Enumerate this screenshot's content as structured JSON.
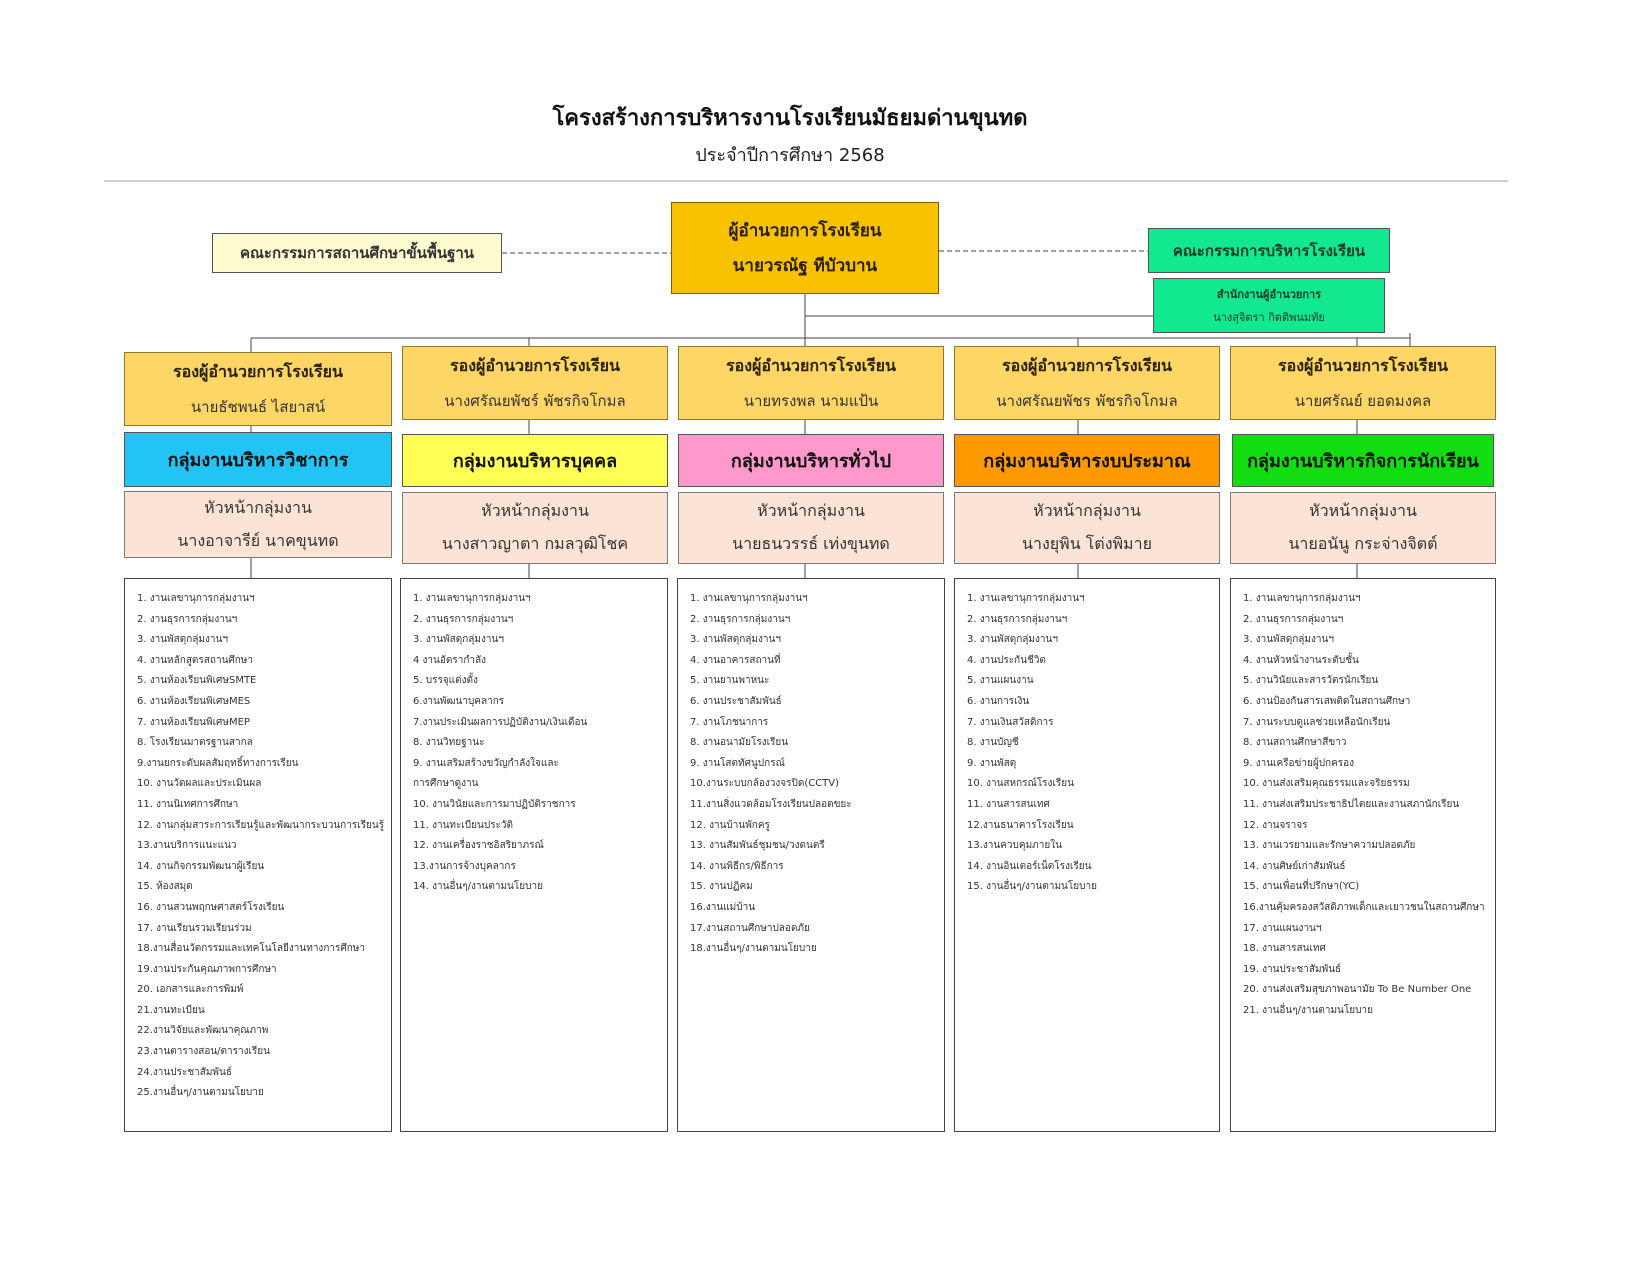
{
  "title": "โครงสร้างการบริหารงานโรงเรียนมัธยมด่านขุนทด",
  "subtitle": "ประจำปีการศึกษา  2568",
  "director": {
    "title": "ผู้อำนวยการโรงเรียน",
    "name": "นายวรณัฐ  ทีบัวบาน"
  },
  "basic_board": "คณะกรรมการสถานศึกษาขั้นพื้นฐาน",
  "exec_board": "คณะกรรมการบริหารโรงเรียน",
  "director_office": {
    "title": "สำนักงานผู้อำนวยการ",
    "name": "นางสุจิตรา  กิตติพนมทัย"
  },
  "divisions": [
    {
      "deputy_title": "รองผู้อำนวยการโรงเรียน",
      "deputy_name": "นายธัชพนธ์  ไสยาสน์",
      "group": "กลุ่มงานบริหารวิชาการ",
      "color": "#22c3f5",
      "head_title": "หัวหน้ากลุ่มงาน",
      "head_name": "นางอาจารีย์  นาคขุนทด",
      "tasks": [
        "1. งานเลขานุการกลุ่มงานฯ",
        "2. งานธุรการกลุ่มงานฯ",
        "3. งานพัสดุกลุ่มงานฯ",
        "4. งานหลักสูตรสถานศึกษา",
        "5. งานห้องเรียนพิเศษSMTE",
        "6. งานห้องเรียนพิเศษMES",
        "7. งานห้องเรียนพิเศษMEP",
        "8. โรงเรียนมาตรฐานสากล",
        "9.งานยกระดับผลสัมฤทธิ์ทางการเรียน",
        "10. งานวัดผลและประเมินผล",
        "11. งานนิเทศการศึกษา",
        "12. งานกลุ่มสาระการเรียนรู้และพัฒนากระบวนการเรียนรู้",
        "13.งานบริการแนะแนว",
        "14. งานกิจกรรมพัฒนาผู้เรียน",
        "15. ห้องสมุด",
        "16. งานสวนพฤกษศาสตร์โรงเรียน",
        "17. งานเรียนรวมเรียนร่วม",
        "18.งานสื่อนวัตกรรมและเทคโนโลยีงานทางการศึกษา",
        "19.งานประกันคุณภาพการศึกษา",
        "20. เอกสารและการพิมพ์",
        "21.งานทะเบียน",
        "22.งานวิจัยและพัฒนาคุณภาพ",
        "23.งานตารางสอน/ตารางเรียน",
        "24.งานประชาสัมพันธ์",
        "25.งานอื่นๆ/งานตามนโยบาย"
      ]
    },
    {
      "deputy_title": "รองผู้อำนวยการโรงเรียน",
      "deputy_name": "นางศรัณยพัชร์  พัชรกิจโกมล",
      "group": "กลุ่มงานบริหารบุคคล",
      "color": "#ffff55",
      "head_title": "หัวหน้ากลุ่มงาน",
      "head_name": "นางสาวญาตา กมลวุฒิโชค",
      "tasks": [
        "1. งานเลขานุการกลุ่มงานฯ",
        "2. งานธุรการกลุ่มงานฯ",
        "3. งานพัสดุกลุ่มงานฯ",
        "4 งานอัตรากำลัง",
        "5. บรรจุแต่งตั้ง",
        "6.งานพัฒนาบุคลากร",
        "7.งานประเมินผลการปฏิบัติงาน/เงินเดือน",
        "8. งานวิทยฐานะ",
        "9. งานเสริมสร้างขวัญกำลังใจและ",
        "การศึกษาดูงาน",
        "10. งานวินัยและการมาปฏิบัติราชการ",
        "11. งานทะเบียนประวัติ",
        "12. งานเครื่องราชอิสริยาภรณ์",
        "13.งานการจ้างบุคลากร",
        "14. งานอื่นๆ/งานตามนโยบาย"
      ]
    },
    {
      "deputy_title": "รองผู้อำนวยการโรงเรียน",
      "deputy_name": "นายทรงพล  นามแป้น",
      "group": "กลุ่มงานบริหารทั่วไป",
      "color": "#ff99cc",
      "head_title": "หัวหน้ากลุ่มงาน",
      "head_name": "นายธนวรรธ์  เท่งขุนทด",
      "tasks": [
        "1. งานเลขานุการกลุ่มงานฯ",
        "2. งานธุรการกลุ่มงานฯ",
        "3. งานพัสดุกลุ่มงานฯ",
        "4. งานอาคารสถานที่",
        "5. งานยานพาหนะ",
        "6. งานประชาสัมพันธ์",
        "7. งานโภชนาการ",
        "8. งานอนามัยโรงเรียน",
        "9. งานโสตทัศนูปกรณ์",
        "10.งานระบบกล้องวงจรปิด(CCTV)",
        "11.งานสิ่งแวดล้อมโรงเรียนปลอดขยะ",
        "12. งานบ้านพักครู",
        "13. งานสัมพันธ์ชุมชน/วงดนตรี",
        "14. งานพิธีกร/พิธีการ",
        "15. งานปฏิคม",
        "16.งานแม่บ้าน",
        "17.งานสถานศึกษาปลอดภัย",
        "18.งานอื่นๆ/งานตามนโยบาย"
      ]
    },
    {
      "deputy_title": "รองผู้อำนวยการโรงเรียน",
      "deputy_name": "นางศรัณยพัชร  พัชรกิจโกมล",
      "group": "กลุ่มงานบริหารงบประมาณ",
      "color": "#ff9900",
      "head_title": "หัวหน้ากลุ่มงาน",
      "head_name": "นางยุพิน  โต่งพิมาย",
      "tasks": [
        "1. งานเลขานุการกลุ่มงานฯ",
        "2. งานธุรการกลุ่มงานฯ",
        "3. งานพัสดุกลุ่มงานฯ",
        "4. งานประกันชีวิต",
        "5. งานแผนงาน",
        "6. งานการเงิน",
        "7. งานเงินสวัสดิการ",
        "8. งานบัญชี",
        "9. งานพัสดุ",
        "10. งานสหกรณ์โรงเรียน",
        "11. งานสารสนเทศ",
        "12.งานธนาคารโรงเรียน",
        "13.งานควบคุมภายใน",
        "14. งานอินเตอร์เน็ตโรงเรียน",
        "15. งานอื่นๆ/งานตามนโยบาย"
      ]
    },
    {
      "deputy_title": "รองผู้อำนวยการโรงเรียน",
      "deputy_name": "นายศรัณย์  ยอดมงคล",
      "group": "กลุ่มงานบริหารกิจการนักเรียน",
      "color": "#11dd11",
      "head_title": "หัวหน้ากลุ่มงาน",
      "head_name": "นายอนันู  กระจ่างจิตต์",
      "tasks": [
        "1. งานเลขานุการกลุ่มงานฯ",
        "2. งานธุรการกลุ่มงานฯ",
        "3. งานพัสดุกลุ่มงานฯ",
        "4. งานหัวหน้างานระดับชั้น",
        "5. งานวินัยและสารวัตรนักเรียน",
        "6. งานป้องกันสารเสพติดในสถานศึกษา",
        "7. งานระบบดูแลช่วยเหลือนักเรียน",
        "8. งานสถานศึกษาสีขาว",
        "9. งานเครือข่ายผู้ปกครอง",
        "10. งานส่งเสริมคุณธรรมและจริยธรรม",
        "11. งานส่งเสริมประชาธิปไตยและงานสภานักเรียน",
        "12. งานจราจร",
        "13. งานเวรยามและรักษาความปลอดภัย",
        "14. งานศิษย์เก่าสัมพันธ์",
        "15. งานเพื่อนที่ปรึกษา(YC)",
        "16.งานคุ้มครองสวัสดิภาพเด็กและเยาวชนในสถานศึกษา",
        "17. งานแผนงานฯ",
        "18. งานสารสนเทศ",
        "19. งานประชาสัมพันธ์",
        "20. งานส่งเสริมสุขภาพอนามัย To Be Number One",
        "21. งานอื่นๆ/งานตามนโยบาย"
      ]
    }
  ]
}
